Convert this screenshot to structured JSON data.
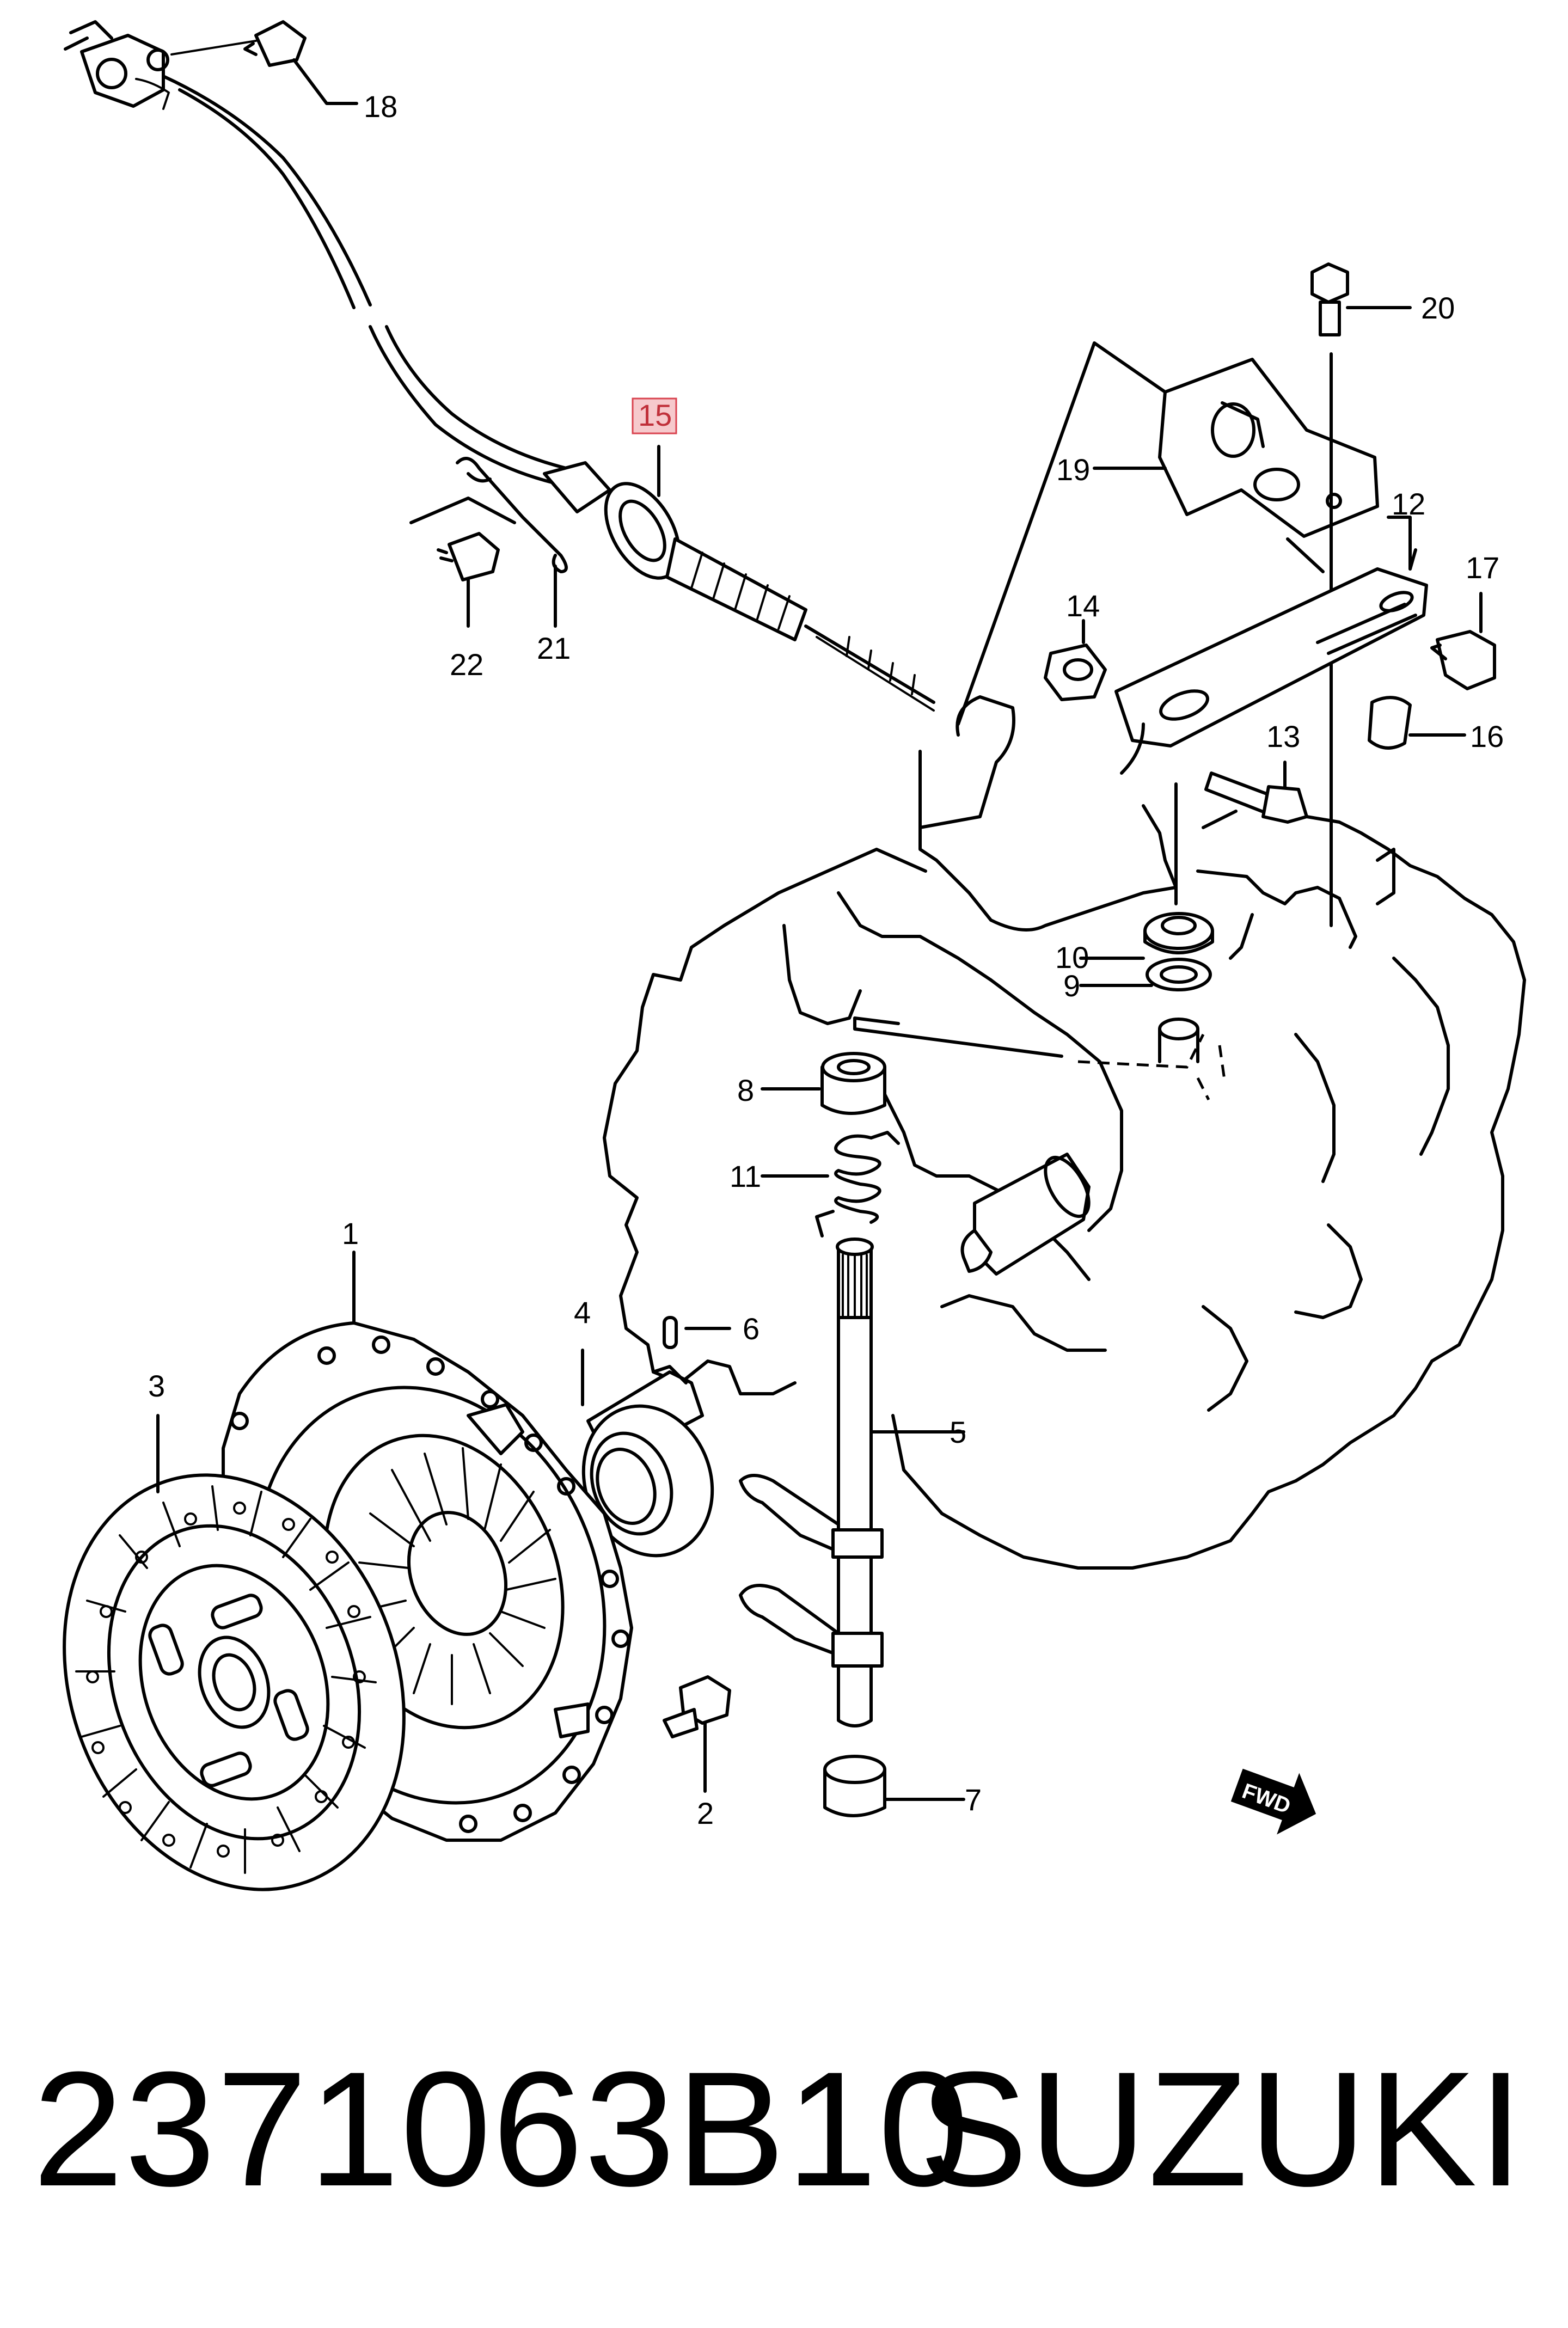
{
  "diagram": {
    "callouts": {
      "c1": "1",
      "c2": "2",
      "c3": "3",
      "c4": "4",
      "c5": "5",
      "c6": "6",
      "c7": "7",
      "c8": "8",
      "c9": "9",
      "c10": "10",
      "c11": "11",
      "c12": "12",
      "c13": "13",
      "c14": "14",
      "c15": "15",
      "c16": "16",
      "c17": "17",
      "c18": "18",
      "c19": "19",
      "c20": "20",
      "c21": "21",
      "c22": "22"
    },
    "highlighted_callout": "15",
    "fwd_label": "FWD",
    "highlight_color": "#f6c9cc"
  },
  "footer": {
    "part_number": "2371063B10",
    "brand": "SUZUKI"
  }
}
